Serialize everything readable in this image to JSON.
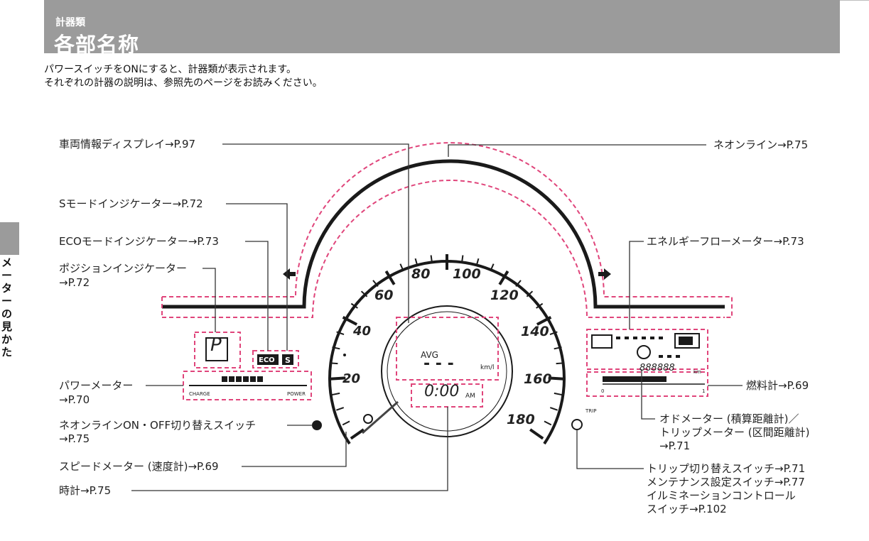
{
  "header": {
    "category": "計器類",
    "title": "各部名称"
  },
  "intro": {
    "line1": "パワースイッチをONにすると、計器類が表示されます。",
    "line2": "それぞれの計器の説明は、参照先のページをお読みください。"
  },
  "side_tab": {
    "label": "メーターの見かた"
  },
  "callouts": {
    "vehicle_info_display": "車両情報ディスプレイ→P.97",
    "s_mode_indicator": "Sモードインジケーター→P.72",
    "eco_mode_indicator": "ECOモードインジケーター→P.73",
    "position_indicator_1": "ポジションインジケーター",
    "position_indicator_2": "→P.72",
    "power_meter_1": "パワーメーター",
    "power_meter_2": "→P.70",
    "neon_switch_1": "ネオンラインON・OFF切り替えスイッチ",
    "neon_switch_2": "→P.75",
    "speedometer": "スピードメーター (速度計)→P.69",
    "clock": "時計→P.75",
    "neon_line": "ネオンライン→P.75",
    "energy_flow": "エネルギーフローメーター→P.73",
    "fuel_gauge": "燃料計→P.69",
    "odo_1": "オドメーター (積算距離計)／",
    "odo_2": "トリップメーター (区間距離計)",
    "odo_3": "→P.71",
    "trip_1": "トリップ切り替えスイッチ→P.71",
    "trip_2": "メンテナンス設定スイッチ→P.77",
    "trip_3": "イルミネーションコントロール",
    "trip_4": "スイッチ→P.102"
  },
  "gauge": {
    "ticks": [
      "20",
      "40",
      "60",
      "80",
      "100",
      "120",
      "140",
      "160",
      "180"
    ],
    "avg_label": "AVG",
    "avg_value": "- - -",
    "avg_unit": "km/l",
    "clock_value": "0:00",
    "clock_ampm": "AM",
    "shift_position": "P",
    "eco_badge": "ECO",
    "s_badge": "S",
    "charge_label": "CHARGE",
    "power_label": "POWER",
    "odometer_value": "888888",
    "odometer_unit": "km",
    "fuel_empty": "0",
    "fuel_full": "1",
    "trip_label": "TRIP"
  }
}
